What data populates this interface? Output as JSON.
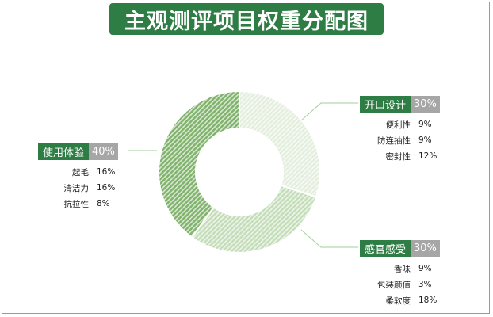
{
  "title": "主观测评项目权重分配图",
  "colors": {
    "title_bg": "#2e7d45",
    "tag_name_bg": "#2e7d45",
    "tag_pct_bg": "#a6a6a6",
    "leader_line": "#9fcf97",
    "slice_kaikou": "#e3eedd",
    "slice_ganguan": "#c4ddb8",
    "slice_shiyong": "#7fb26a"
  },
  "chart_data": {
    "type": "pie",
    "variant": "donut",
    "title": "主观测评项目权重分配图",
    "slices": [
      {
        "name": "开口设计",
        "value": 30,
        "value_label": "30%",
        "color": "#e3eedd",
        "items": [
          {
            "label": "便利性",
            "value_label": "9%"
          },
          {
            "label": "防连抽性",
            "value_label": "9%"
          },
          {
            "label": "密封性",
            "value_label": "12%"
          }
        ]
      },
      {
        "name": "感官感受",
        "value": 30,
        "value_label": "30%",
        "color": "#c4ddb8",
        "items": [
          {
            "label": "香味",
            "value_label": "9%"
          },
          {
            "label": "包装颜值",
            "value_label": "3%"
          },
          {
            "label": "柔软度",
            "value_label": "18%"
          }
        ]
      },
      {
        "name": "使用体验",
        "value": 40,
        "value_label": "40%",
        "color": "#7fb26a",
        "items": [
          {
            "label": "起毛",
            "value_label": "16%"
          },
          {
            "label": "清洁力",
            "value_label": "16%"
          },
          {
            "label": "抗拉性",
            "value_label": "8%"
          }
        ]
      }
    ]
  }
}
